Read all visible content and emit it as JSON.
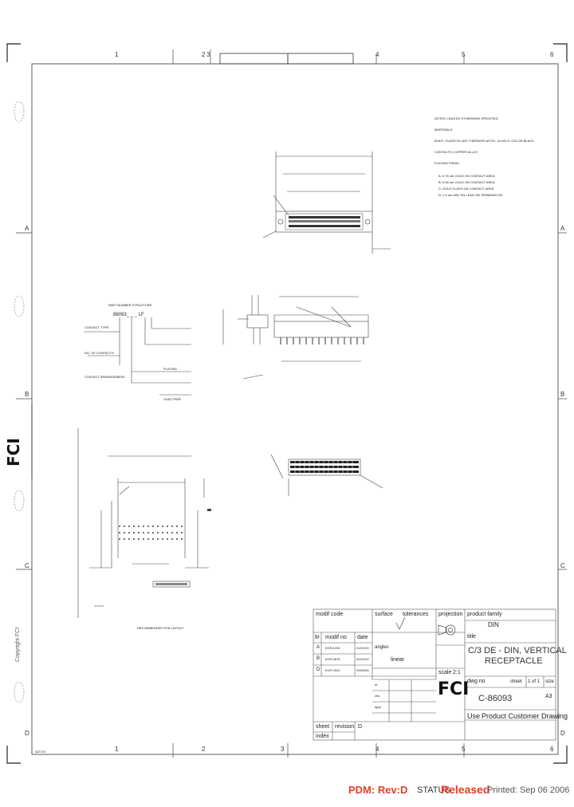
{
  "sheet": {
    "zones_top": [
      "1",
      "2",
      "3",
      "4",
      "5",
      "6"
    ],
    "zones_bottom": [
      "1",
      "2",
      "3",
      "4",
      "5",
      "6"
    ],
    "zones_left": [
      "A",
      "B",
      "C",
      "D"
    ],
    "zones_right": [
      "A",
      "B",
      "C",
      "D"
    ],
    "corner_text": "A3T.XX"
  },
  "notes": {
    "heading": "NOTES: UNLESS OTHERWISE SPECIFIED",
    "line1": "MATERIALS",
    "line2": "BODY: GLASS FILLED THERMOPLASTIC, UL94V-0, COLOR BLACK",
    "line3": "CONTACTS: COPPER ALLOY",
    "line4": "PLATING FINISH",
    "line5": "A: 0.76 um GOLD ON CONTACT AREA",
    "line6": "B: 0.38 um GOLD ON CONTACT AREA",
    "line7": "C: GOLD FLASH ON CONTACT AREA",
    "line8": "D: 2.5 um MIN TIN LEAD ON TERMINATION"
  },
  "part_number": {
    "heading": "PART NUMBER STRUCTURE",
    "code": "86093_ _ _ LF",
    "lbl1": "CONTACT TYPE",
    "lbl2": "NO. OF CONTACTS",
    "lbl3": "CONTACT ARRANGEMENT",
    "lbl4": "PLATING",
    "lbl5": "LEAD FREE"
  },
  "recommended": "RECOMMENDED PCB LAYOUT",
  "title_block": {
    "modif_code_label": "modif code",
    "surface_label": "surface",
    "tolerances_label": "tolerances",
    "projection_label": "projection",
    "product_family_label": "product family",
    "product_family_value": "DIN",
    "title_label": "title",
    "title_line1": "C/3 DE - DIN, VERTICAL",
    "title_line2": "RECEPTACLE",
    "ltr_label": "ltr",
    "modif_no_label": "modif no",
    "date_label": "date",
    "rev_rows": [
      {
        "ltr": "A",
        "no": "ECR/1234",
        "date": "01/01/00"
      },
      {
        "ltr": "B",
        "no": "ECR 5678",
        "date": "02/01/02"
      },
      {
        "ltr": "D",
        "no": "ECR 0022",
        "date": "09/06/06"
      }
    ],
    "linear_label": "linear",
    "angles_label": "angles",
    "scale_label": "scale",
    "scale_value": "2:1",
    "dr_label": "dr",
    "chk_label": "chk",
    "appr_label": "appr",
    "dwg_no_label": "dwg no",
    "dwg_no_value": "C-86093",
    "sheet_label": "sheet",
    "sheet_value": "1 of 1",
    "size_label": "size",
    "size_value": "A3",
    "use_label": "Use",
    "use_value": "Product Customer Drawing",
    "sheet_index_label": "sheet",
    "sheet_index_label2": "index",
    "revision_label": "revision",
    "revision_value": "D",
    "logo": "FCI"
  },
  "side_logo": "FCI",
  "copyright": "Copyright  FCI",
  "footer": {
    "pdm": "PDM: Rev:D",
    "status_label": "STATUS",
    "status_value": "Released",
    "printed": "Printed: Sep 06 2006"
  }
}
